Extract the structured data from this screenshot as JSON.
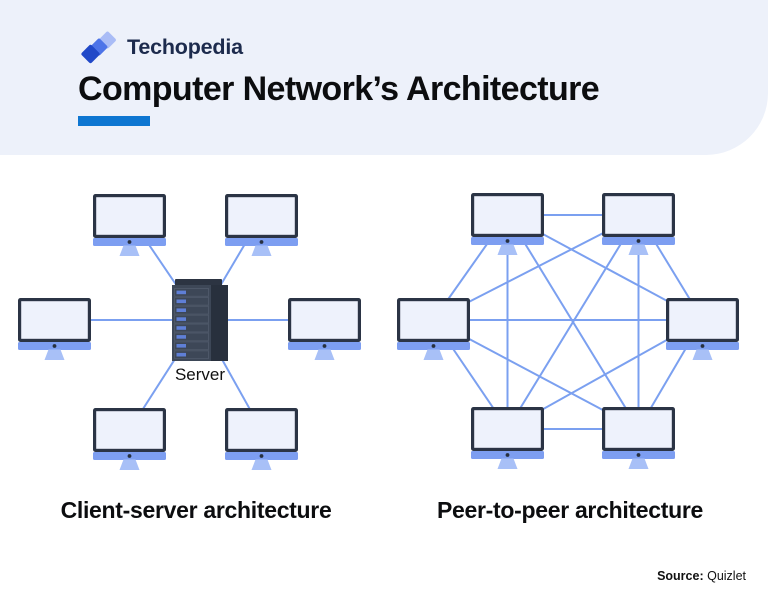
{
  "header": {
    "brand": "Techopedia",
    "title": "Computer Network’s Architecture"
  },
  "diagrams": {
    "client_server": {
      "caption": "Client-server architecture",
      "topology": "star",
      "hub_label": "Server",
      "client_count": 6
    },
    "peer_to_peer": {
      "caption": "Peer-to-peer architecture",
      "topology": "full-mesh",
      "peer_count": 6
    }
  },
  "icons": {
    "logo": "techopedia-logo",
    "client_node": "desktop-monitor-icon",
    "hub_node": "server-rack-icon"
  },
  "colors": {
    "header_background": "#edf1fa",
    "accent_underline": "#0e76d1",
    "connection_line": "#7ba0f0",
    "monitor_chin": "#7d9ef1",
    "brand_navy": "#1d2b4d"
  },
  "footer": {
    "source_label": "Source:",
    "source_value": "Quizlet"
  }
}
